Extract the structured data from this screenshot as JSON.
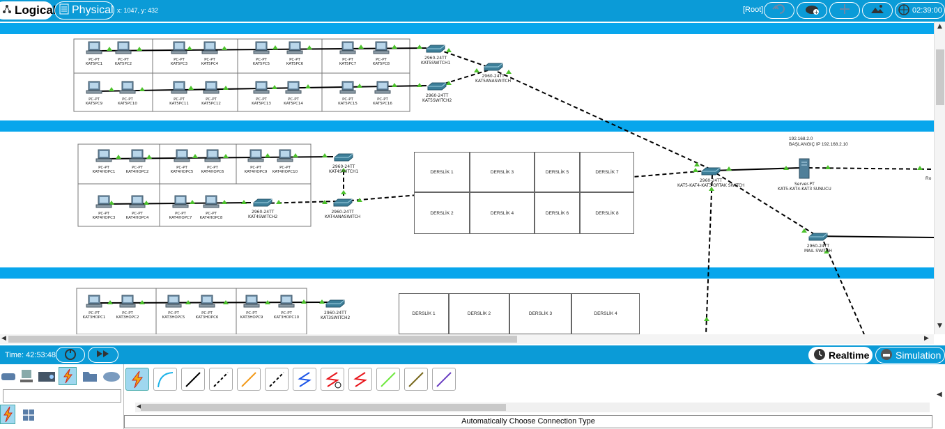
{
  "toolbar": {
    "logical_label": "Logical",
    "physical_label": "Physical",
    "coords": "x: 1047, y: 432",
    "root_label": "[Root]",
    "clock": "02:39:00"
  },
  "bottom": {
    "time_label": "Time: 42:53:48",
    "realtime_label": "Realtime",
    "simulation_label": "Simulation",
    "status": "Automatically Choose Connection Type"
  },
  "floor5": {
    "pcs": [
      {
        "type": "PC-PT",
        "name": "KAT5PC1"
      },
      {
        "type": "PC-PT",
        "name": "KAT5PC2"
      },
      {
        "type": "PC-PT",
        "name": "KAT5PC3"
      },
      {
        "type": "PC-PT",
        "name": "KAT5PC4"
      },
      {
        "type": "PC-PT",
        "name": "KAT5PC5"
      },
      {
        "type": "PC-PT",
        "name": "KAT5PC6"
      },
      {
        "type": "PC-PT",
        "name": "KAT5PC7"
      },
      {
        "type": "PC-PT",
        "name": "KAT5PC8"
      },
      {
        "type": "PC-PT",
        "name": "KAT5PC9"
      },
      {
        "type": "PC-PT",
        "name": "KAT5PC10"
      },
      {
        "type": "PC-PT",
        "name": "KAT5PC11"
      },
      {
        "type": "PC-PT",
        "name": "KAT5PC12"
      },
      {
        "type": "PC-PT",
        "name": "KAT5PC13"
      },
      {
        "type": "PC-PT",
        "name": "KAT5PC14"
      },
      {
        "type": "PC-PT",
        "name": "KAT5PC15"
      },
      {
        "type": "PC-PT",
        "name": "KAT5PC16"
      }
    ],
    "switches": [
      {
        "type": "2960-24TT",
        "name": "KAT5SWITCH1"
      },
      {
        "type": "2960-24TT",
        "name": "KAT5ANASWITCH"
      },
      {
        "type": "2960-24TT",
        "name": "KAT5SWITCH2"
      }
    ]
  },
  "floor4": {
    "pcs": [
      {
        "type": "PC-PT",
        "name": "KAT4HOPC1"
      },
      {
        "type": "PC-PT",
        "name": "KAT4HOPC2"
      },
      {
        "type": "PC-PT",
        "name": "KAT4HOPC5"
      },
      {
        "type": "PC-PT",
        "name": "KAT4HOPC6"
      },
      {
        "type": "PC-PT",
        "name": "KAT4HOPC9"
      },
      {
        "type": "PC-PT",
        "name": "KAT4HOPC10"
      },
      {
        "type": "PC-PT",
        "name": "KAT4HOPC3"
      },
      {
        "type": "PC-PT",
        "name": "KAT4HOPC4"
      },
      {
        "type": "PC-PT",
        "name": "KAT4HOPC7"
      },
      {
        "type": "PC-PT",
        "name": "KAT4HOPC8"
      }
    ],
    "switches": [
      {
        "type": "2960-24TT",
        "name": "KAT4SWITCH1"
      },
      {
        "type": "2960-24TT",
        "name": "KAT4SWITCH2"
      },
      {
        "type": "2960-24TT",
        "name": "KAT4ANASWITCH"
      }
    ],
    "rooms": [
      "DERSLİK 1",
      "DERSLİK 3",
      "DERSLİK 5",
      "DERSLİK 7",
      "DERSLİK 2",
      "DERSLİK 4",
      "DERSLİK 6",
      "DERSLİK 8"
    ]
  },
  "floor3": {
    "pcs": [
      {
        "type": "PC-PT",
        "name": "KAT3HOPC1"
      },
      {
        "type": "PC-PT",
        "name": "KAT3HOPC2"
      },
      {
        "type": "PC-PT",
        "name": "KAT3HOPC5"
      },
      {
        "type": "PC-PT",
        "name": "KAT3HOPC6"
      },
      {
        "type": "PC-PT",
        "name": "KAT3HOPC9"
      },
      {
        "type": "PC-PT",
        "name": "KAT3HOPC10"
      }
    ],
    "switches": [
      {
        "type": "2960-24TT",
        "name": "KAT3SWITCH2"
      }
    ],
    "rooms": [
      "DERSLİK 1",
      "DERSLİK 2",
      "DERSLİK 3",
      "DERSLİK 4"
    ]
  },
  "core": {
    "ortak_switch": {
      "type": "2960-24TT",
      "name": "KAT5-KAT4-KAT3 ORTAK SWITCH"
    },
    "server": {
      "type": "Server-PT",
      "name": "KAT5-KAT4-KAT3 SUNUCU"
    },
    "server_ip": "192.168.2.0",
    "server_start_ip": "BAŞLANGIÇ IP 192.168.2.10",
    "mail_switch": {
      "type": "2960-24TT",
      "name": "MAIL SWITCH"
    },
    "edge_label": "Ro"
  },
  "colors": {
    "accent": "#0b9bd7",
    "band": "#08a6ec",
    "link_dot": "#4cc22b"
  }
}
